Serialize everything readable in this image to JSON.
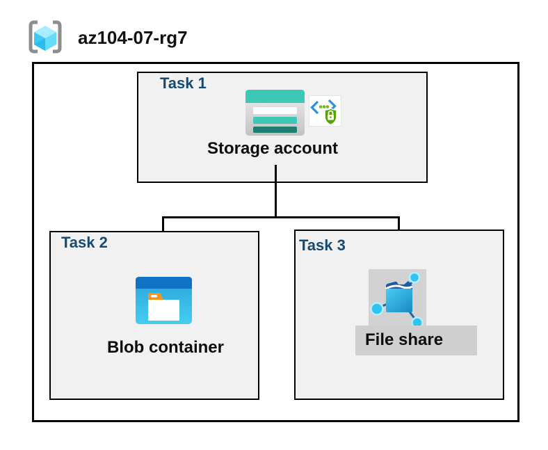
{
  "header": {
    "title": "az104-07-rg7",
    "icon": "resource-group-icon"
  },
  "tasks": [
    {
      "id": "task1",
      "label": "Task 1",
      "item": "Storage account",
      "icons": [
        "storage-account-icon",
        "code-security-icon"
      ]
    },
    {
      "id": "task2",
      "label": "Task 2",
      "item": "Blob container",
      "icons": [
        "blob-container-icon"
      ]
    },
    {
      "id": "task3",
      "label": "Task 3",
      "item": "File share",
      "icons": [
        "file-share-icon"
      ]
    }
  ],
  "connections": [
    {
      "from": "Storage account",
      "to": "Blob container"
    },
    {
      "from": "Storage account",
      "to": "File share"
    }
  ],
  "colors": {
    "task_label_navy": "#174a72",
    "box_fill": "#f1f1f2",
    "border_black": "#000000",
    "storage_teal": "#3bc8b6",
    "storage_teal_dark": "#1f7e70",
    "blob_top_blue": "#0f72c5",
    "blob_body_cyan": "#3ec9ee",
    "folder_orange": "#f7941e",
    "fileshare_blue": "#1d86c6",
    "node_cyan": "#2fc3f2",
    "shield_green": "#57a304",
    "chevron_blue": "#2e91d2",
    "cube_cyan": "#3fc8f0",
    "bracket_gray": "#8e8e8e",
    "icon_gray_bg": "#d2d2d2",
    "label_gray_bg": "#cfcfcf"
  }
}
